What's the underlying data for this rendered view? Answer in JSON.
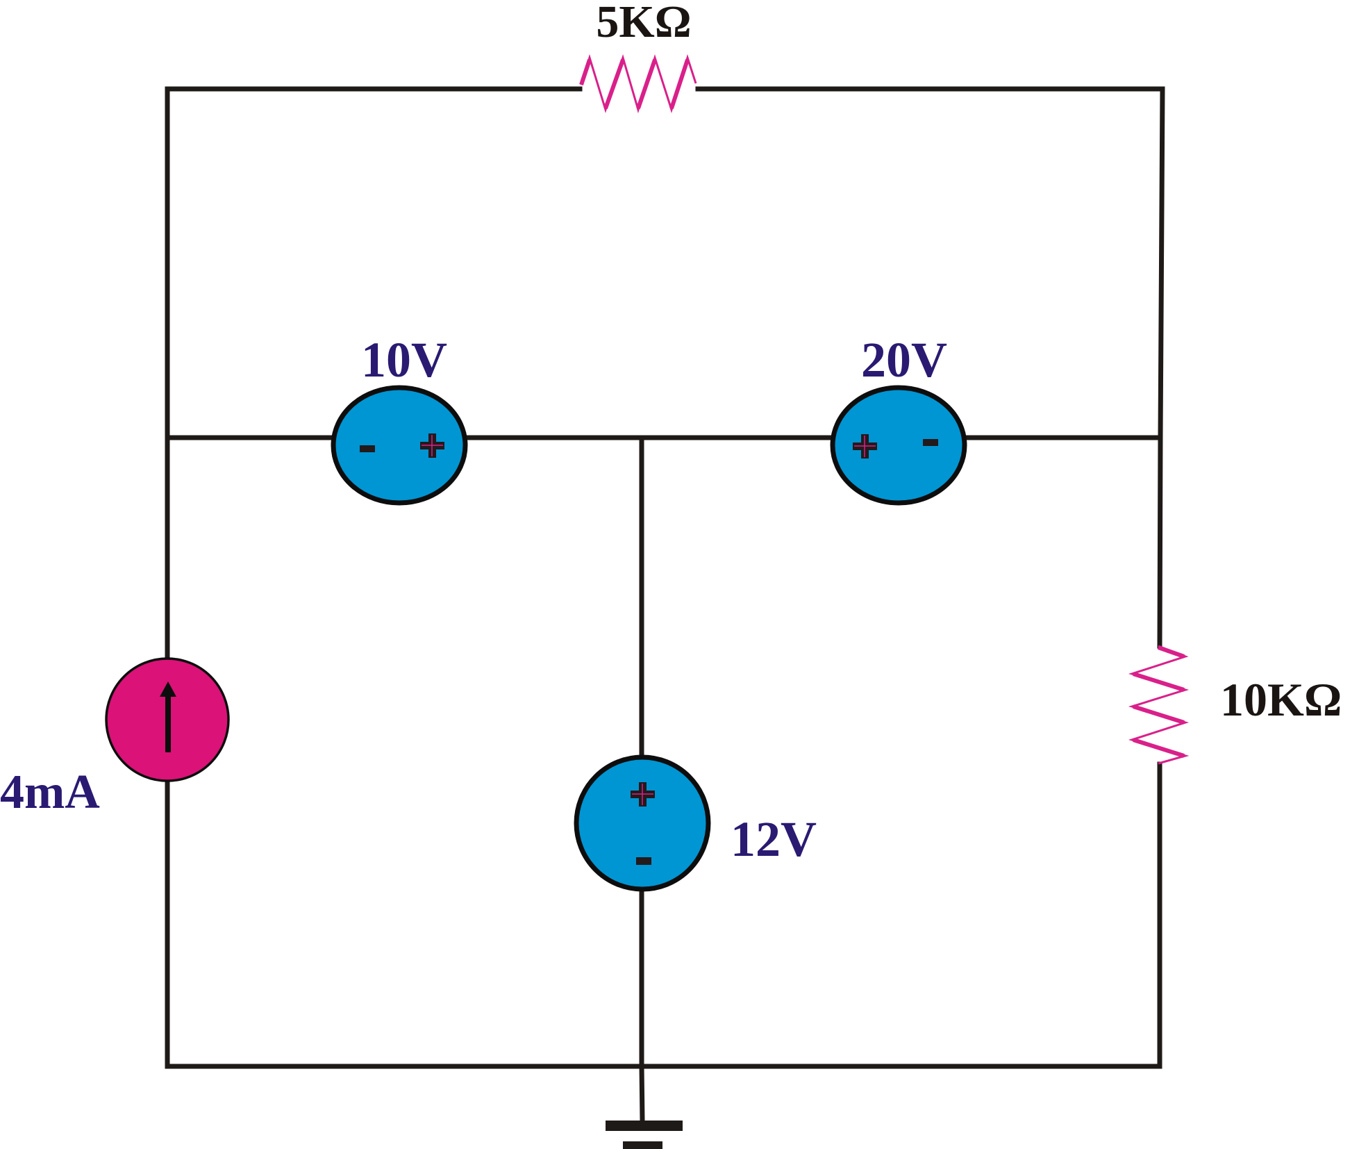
{
  "diagram": {
    "type": "circuit-schematic",
    "colors": {
      "wire": "#1e1a17",
      "resistor": "#d9208a",
      "voltage_source_fill": "#0095d3",
      "current_source_fill": "#db1277",
      "label_navy": "#2a1a72",
      "label_black": "#1a1513"
    },
    "components": {
      "r_top": {
        "kind": "resistor",
        "label": "5KΩ",
        "value_ohms": 5000
      },
      "r_right": {
        "kind": "resistor",
        "label": "10KΩ",
        "value_ohms": 10000
      },
      "v_left": {
        "kind": "voltage-source",
        "label": "10V",
        "value_volts": 10,
        "left_terminal": "-",
        "right_terminal": "+"
      },
      "v_right": {
        "kind": "voltage-source",
        "label": "20V",
        "value_volts": 20,
        "left_terminal": "+",
        "right_terminal": "-"
      },
      "v_center": {
        "kind": "voltage-source",
        "label": "12V",
        "value_volts": 12,
        "top_terminal": "+",
        "bottom_terminal": "-"
      },
      "i_left": {
        "kind": "current-source",
        "label": "4mA",
        "value_amps": 0.004,
        "direction": "up"
      },
      "ground": {
        "kind": "ground",
        "label": ""
      }
    },
    "signs": {
      "plus": "+",
      "minus": "-"
    }
  }
}
